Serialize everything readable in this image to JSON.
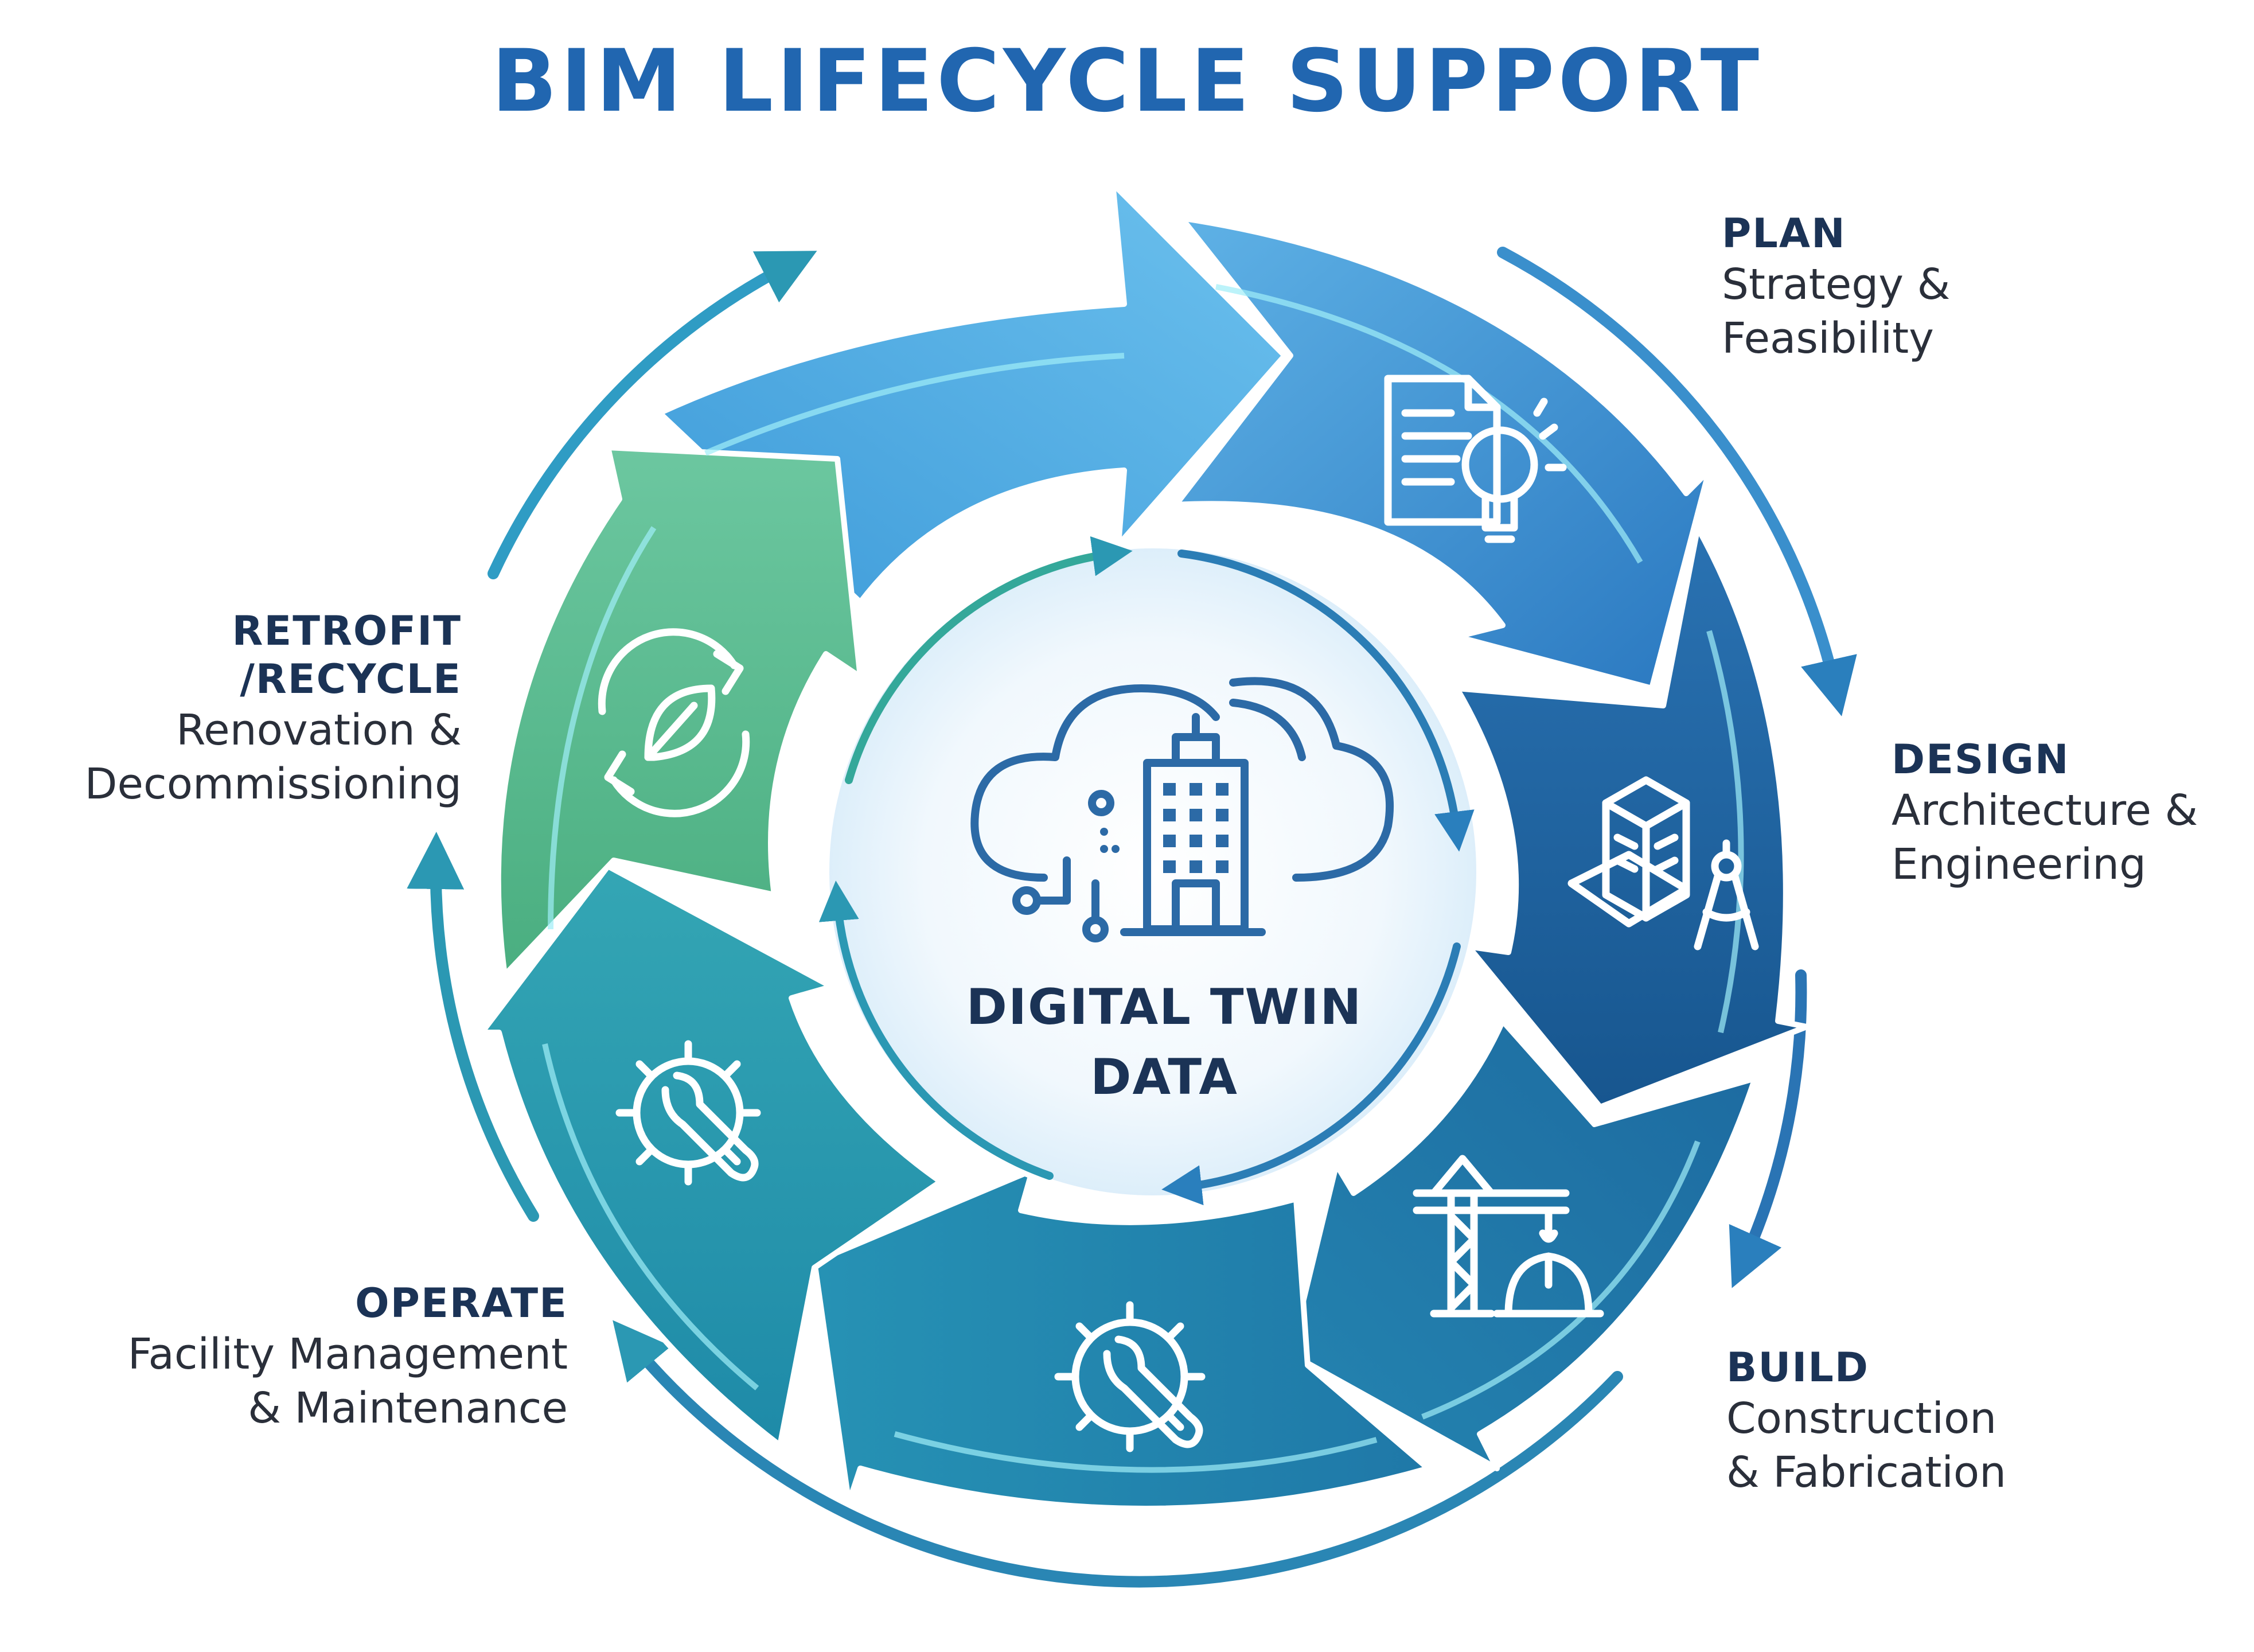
{
  "title": "BIM LIFECYCLE SUPPORT",
  "hub": {
    "line1": "DIGITAL TWIN",
    "line2": "DATA"
  },
  "stages": [
    {
      "id": "plan",
      "head": "PLAN",
      "desc1": "Strategy &",
      "desc2": "Feasibility",
      "icon": "document-lightbulb-icon",
      "color": "#3a8ccf"
    },
    {
      "id": "design",
      "head": "DESIGN",
      "desc1": "Architecture &",
      "desc2": "Engineering",
      "icon": "building-compass-icon",
      "color": "#1f5f9c"
    },
    {
      "id": "build",
      "head": "BUILD",
      "desc1": "Construction",
      "desc2": "& Fabrication",
      "icon": "crane-hardhat-icon",
      "color": "#1e6f9e"
    },
    {
      "id": "operate",
      "head": "OPERATE",
      "desc1": "Facility Management",
      "desc2": "& Maintenance",
      "icon": "gear-wrench-icon",
      "color": "#1f86a6"
    },
    {
      "id": "retrofit",
      "head1": "RETROFIT",
      "head2": "/RECYCLE",
      "desc1": "Renovation &",
      "desc2": "Decommissioning",
      "icon": "recycle-leaf-icon",
      "color": "#3fae8a"
    }
  ],
  "colors": {
    "title": "#2166b0",
    "text_dark": "#1b3356",
    "cyan_glow": "#7fe7f5",
    "hub_bg": "#eef6fc"
  }
}
